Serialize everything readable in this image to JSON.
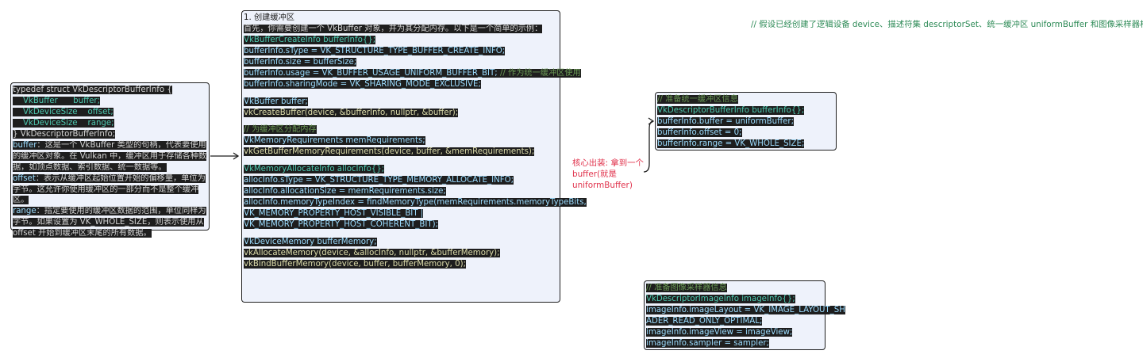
{
  "top_comment": "// 假设已经创建了逻辑设备 device、描述符集 descriptorSet、统一缓冲区 uniformBuffer 和图像采样器相关资源",
  "edge_label": "核心出装: 拿到一个buffer(就是uniformBuffer)",
  "struct_node": {
    "code": [
      "typedef struct VkDescriptorBufferInfo {",
      "    VkBuffer      buffer;",
      "    VkDeviceSize    offset;",
      "    VkDeviceSize    range;",
      "} VkDescriptorBufferInfo;"
    ],
    "desc": [
      {
        "name": "buffer",
        "text": "：这是一个 VkBuffer 类型的句柄，代表要使用的缓冲区对象。在 Vulkan 中，缓冲区用于存储各种数据，如顶点数据、索引数据、统一数据等。"
      },
      {
        "name": "offset",
        "text": "：表示从缓冲区起始位置开始的偏移量，单位为字节。这允许你使用缓冲区的一部分而不是整个缓冲区。"
      },
      {
        "name": "range",
        "text": "：指定要使用的缓冲区数据的范围，单位同样为字节。如果设置为 VK_WHOLE_SIZE，则表示使用从 offset 开始到缓冲区末尾的所有数据。"
      }
    ]
  },
  "create_node": {
    "heading": "1. 创建缓冲区",
    "intro": "首先，你需要创建一个 VkBuffer 对象，并为其分配内存。以下是一个简单的示例：",
    "block1": [
      "VkBufferCreateInfo bufferInfo{};",
      "bufferInfo.sType = VK_STRUCTURE_TYPE_BUFFER_CREATE_INFO;",
      "bufferInfo.size = bufferSize;",
      "bufferInfo.usage = VK_BUFFER_USAGE_UNIFORM_BUFFER_BIT;",
      "bufferInfo.sharingMode = VK_SHARING_MODE_EXCLUSIVE;"
    ],
    "usage_comment": "// 作为统一缓冲区使用",
    "block2": [
      "VkBuffer buffer;",
      "vkCreateBuffer(device, &bufferInfo, nullptr, &buffer);"
    ],
    "block3": [
      "// 为缓冲区分配内存",
      "VkMemoryRequirements memRequirements;",
      "vkGetBufferMemoryRequirements(device, buffer, &memRequirements);"
    ],
    "block4": [
      "VkMemoryAllocateInfo allocInfo{};",
      "allocInfo.sType = VK_STRUCTURE_TYPE_MEMORY_ALLOCATE_INFO;",
      "allocInfo.allocationSize = memRequirements.size;",
      "allocInfo.memoryTypeIndex = findMemoryType(memRequirements.memoryTypeBits,",
      "VK_MEMORY_PROPERTY_HOST_VISIBLE_BIT |",
      "VK_MEMORY_PROPERTY_HOST_COHERENT_BIT);"
    ],
    "block5": [
      "VkDeviceMemory bufferMemory;",
      "vkAllocateMemory(device, &allocInfo, nullptr, &bufferMemory);",
      "vkBindBufferMemory(device, buffer, bufferMemory, 0);"
    ]
  },
  "buffer_info_node": [
    "// 准备统一缓冲区信息",
    "VkDescriptorBufferInfo bufferInfo{};",
    "bufferInfo.buffer = uniformBuffer;",
    "bufferInfo.offset = 0;",
    "bufferInfo.range = VK_WHOLE_SIZE;"
  ],
  "image_info_node": [
    "// 准备图像采样器信息",
    "VkDescriptorImageInfo imageInfo{};",
    "imageInfo.imageLayout = VK_IMAGE_LAYOUT_SH",
    "ADER_READ_ONLY_OPTIMAL;",
    "imageInfo.imageView = imageView;",
    "imageInfo.sampler = sampler;"
  ]
}
